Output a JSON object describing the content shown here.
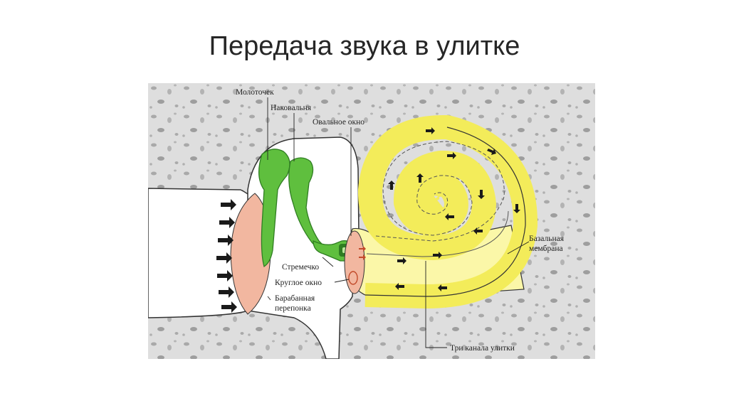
{
  "slide": {
    "title": "Передача звука в улитке"
  },
  "diagram": {
    "labels": {
      "malleus": "Молоточек",
      "incus": "Наковальня",
      "oval_window": "Овальное окно",
      "basilar_membrane_1": "Базальная",
      "basilar_membrane_2": "мембрана",
      "stapes": "Стремечко",
      "round_window": "Круглое окно",
      "eardrum_1": "Барабанная",
      "eardrum_2": "перепонка",
      "cochlear_canals": "Три канала улитки"
    },
    "colors": {
      "bone": "#dedede",
      "bone_pores": "#a9a9a9",
      "cavity": "#ffffff",
      "ossicles": "#5fbf3e",
      "ossicles_dark": "#2f7d22",
      "eardrum": "#f2b7a0",
      "cochlea": "#f3ec5a",
      "cochlea_inner": "#fbf7a8",
      "arrows": "#1a1a1a"
    }
  }
}
